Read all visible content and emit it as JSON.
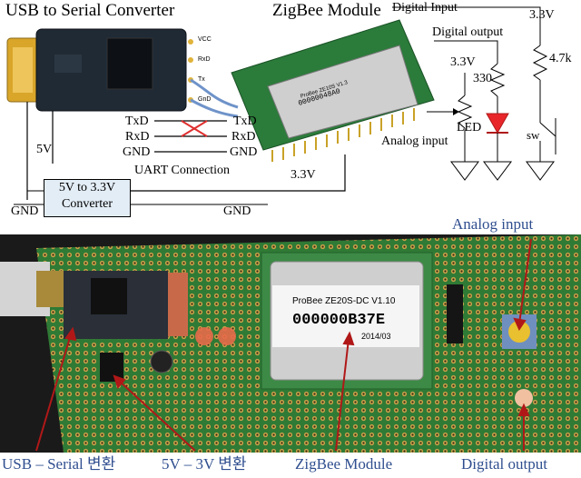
{
  "schematic": {
    "usb_converter_title": "USB to Serial Converter",
    "zigbee_title": "ZigBee Module",
    "board_pins": [
      "VCC",
      "RxD",
      "Tx",
      "GnD"
    ],
    "wire_labels": {
      "txd_left": "TxD",
      "rxd_left": "RxD",
      "gnd_left": "GND",
      "txd_right": "TxD",
      "rxd_right": "RxD",
      "gnd_right": "GND",
      "uart": "UART Connection",
      "v5": "5V",
      "v33_bottom": "3.3V",
      "gnd_bottom_left": "GND",
      "gnd_bottom_mid": "GND"
    },
    "converter_box": {
      "line1": "5V to 3.3V",
      "line2": "Converter"
    },
    "module_chip": {
      "id": "00000048A0",
      "label": "ProBee ZE10S V1.3"
    },
    "right_circuit": {
      "digital_input": "Digital Input",
      "digital_output": "Digital output",
      "v33_top": "3.3V",
      "v33_pot": "3.3V",
      "r_pullup": "4.7k",
      "r_led": "330",
      "led": "LED",
      "sw": "sw",
      "analog_input": "Analog input"
    }
  },
  "photo": {
    "module_label_line1": "ProBee ZE20S-DC V1.10",
    "module_label_id": "000000B37E",
    "module_label_date": "2014/03",
    "annotations": {
      "analog_input": "Analog input",
      "usb_serial": "USB – Serial 변환",
      "regulator": "5V – 3V 변환",
      "zigbee": "ZigBee Module",
      "digital_output": "Digital output"
    }
  },
  "colors": {
    "annotation_blue": "#2f4e8f",
    "arrow_red": "#b01818",
    "pcb_green": "#2f7a35",
    "led_red": "#e8262a"
  }
}
